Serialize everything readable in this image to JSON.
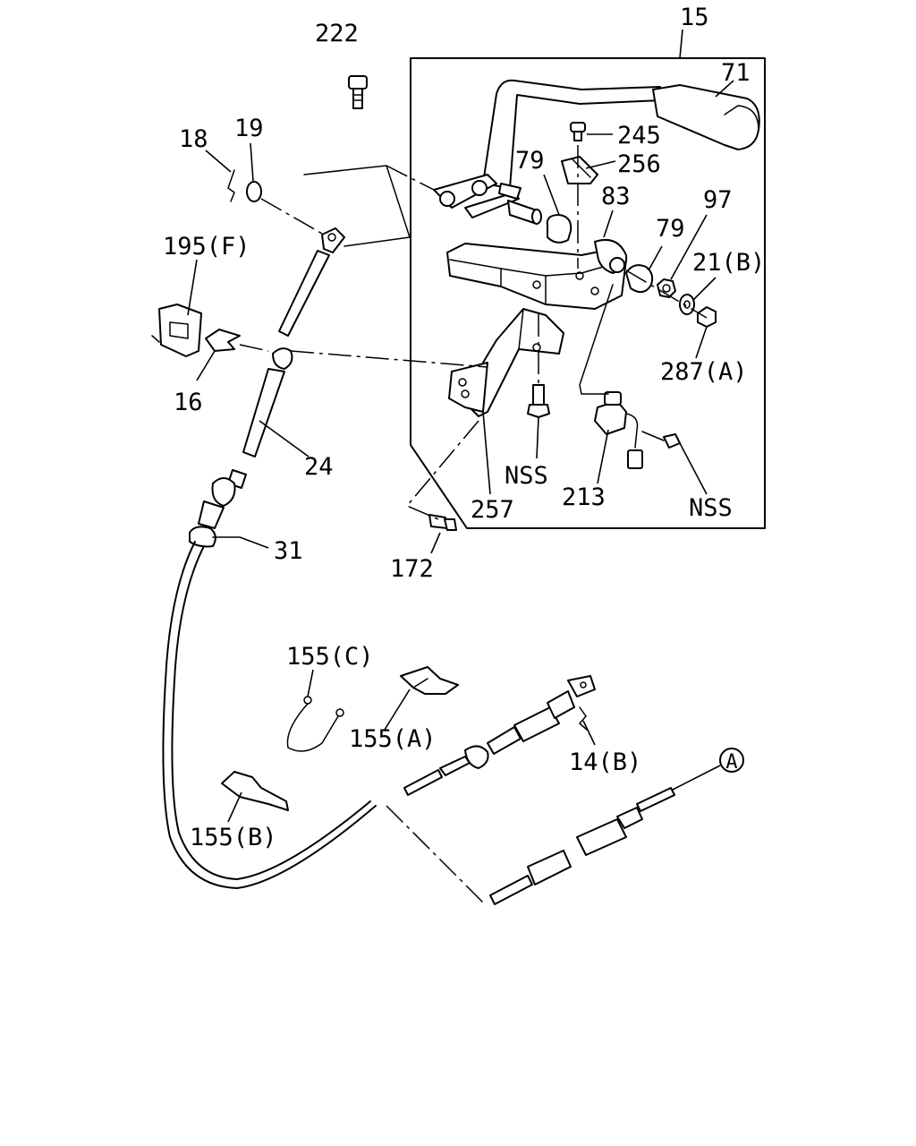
{
  "callouts": {
    "c15": "15",
    "c71": "71",
    "c222": "222",
    "c245": "245",
    "c256": "256",
    "c79a": "79",
    "c83": "83",
    "c97": "97",
    "c79b": "79",
    "c21b": "21(B)",
    "c18": "18",
    "c19": "19",
    "c195f": "195(F)",
    "c287a": "287(A)",
    "c16": "16",
    "c24": "24",
    "c nss1": "NSS",
    "c213": "213",
    "c257": "257",
    "c nss2": "NSS",
    "c31": "31",
    "c172": "172",
    "c155c": "155(C)",
    "c155a": "155(A)",
    "c14b": "14(B)",
    "c155b": "155(B)",
    "cA": "A"
  },
  "colors": {
    "line": "#000000",
    "background": "#ffffff"
  }
}
